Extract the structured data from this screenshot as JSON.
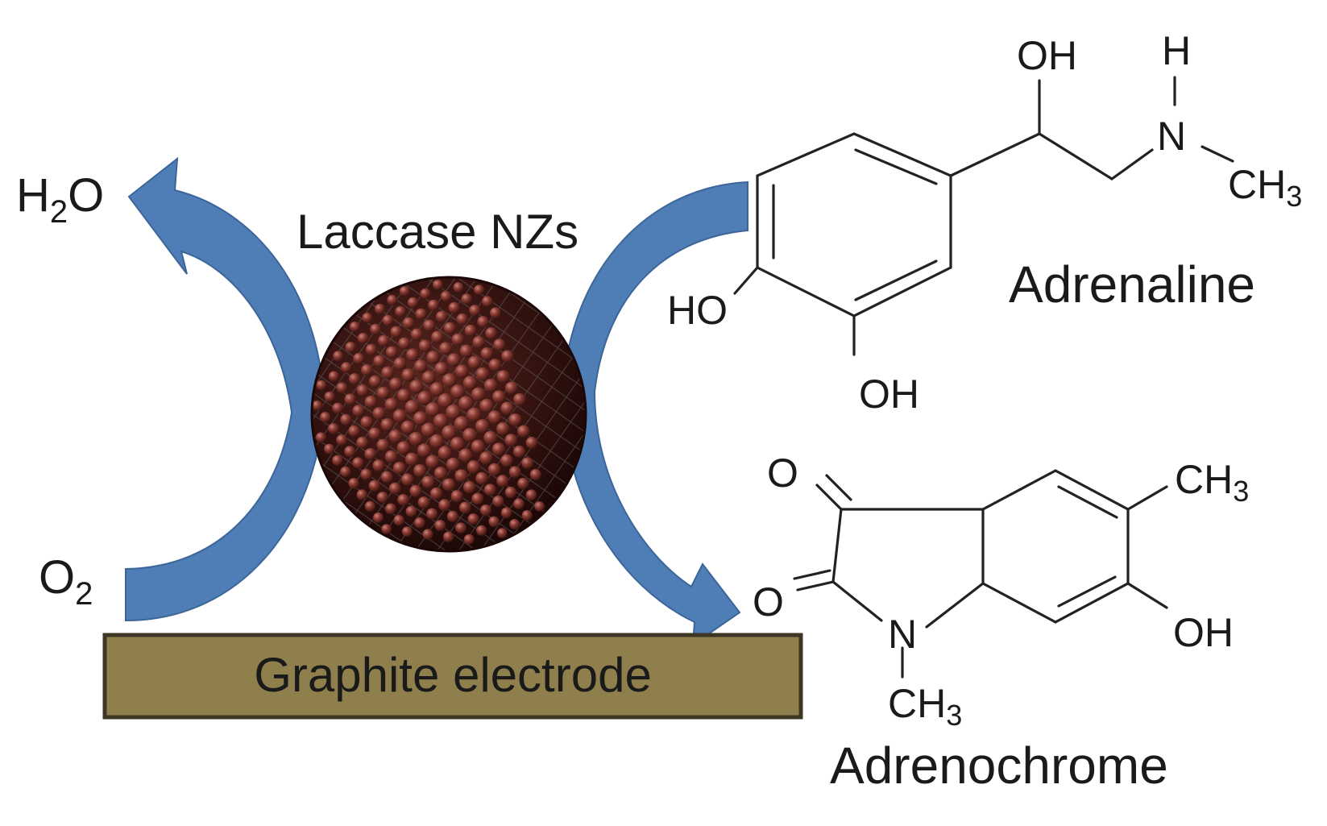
{
  "labels": {
    "water": "H",
    "water_sub": "2",
    "water_tail": "O",
    "oxygen": "O",
    "oxygen_sub": "2",
    "catalyst": "Laccase NZs",
    "electrode": "Graphite electrode",
    "reactant": "Adrenaline",
    "product": "Adrenochrome"
  },
  "adrenaline_atoms": {
    "oh_top": "OH",
    "n": "N",
    "h": "H",
    "ch": "CH",
    "ch_sub": "3",
    "ho_left": "HO",
    "oh_bottom": "OH"
  },
  "adrenochrome_atoms": {
    "o_top": "O",
    "o_bottom": "O",
    "n": "N",
    "n_ch": "CH",
    "n_ch_sub": "3",
    "ch": "CH",
    "ch_sub": "3",
    "oh": "OH"
  },
  "colors": {
    "arrow": "#4f7db5",
    "arrow_edge": "#3c6699",
    "electrode_fill": "#8e7f4c",
    "electrode_edge": "#3d3624",
    "sphere_base": "#3a1612",
    "bead": "#8a3b33",
    "text": "#1a1a1a"
  }
}
